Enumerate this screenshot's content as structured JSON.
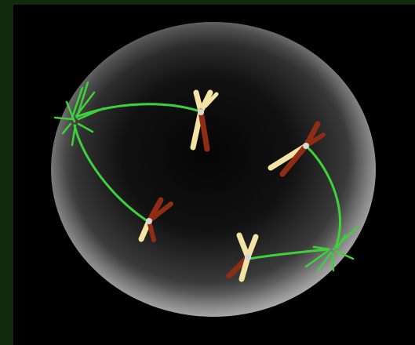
{
  "image": {
    "subject": "cell-division-illustration",
    "colors": {
      "background": "#000000",
      "frame_green": "#0f2a0d",
      "cell_light": "#9a9a9a",
      "cell_dark": "#050505",
      "spindle_green": "#3ed23a",
      "chromatid_cream": "#f3e3a4",
      "chromatid_red": "#8e2d14",
      "centromere": "#d8d8d8"
    },
    "parts": [
      "cell",
      "spindle-pole-left",
      "spindle-pole-right",
      "spindle-fibers",
      "chromosome-top-left",
      "chromosome-bottom-left",
      "chromosome-right-upper",
      "chromosome-right-lower"
    ]
  }
}
